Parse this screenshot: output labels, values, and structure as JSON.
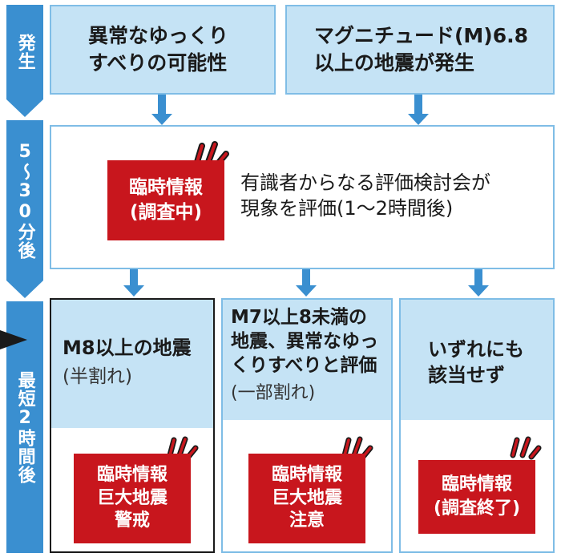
{
  "stages": {
    "occur": "発生",
    "after_5_30": "5〜30分後",
    "after_2h": "最短2時間後"
  },
  "top": {
    "left_line1": "異常なゆっくり",
    "left_line2": "すべりの可能性",
    "right_line1": "マグニチュード(M)6.8",
    "right_line2": "以上の地震が発生"
  },
  "middle": {
    "badge_line1": "臨時情報",
    "badge_line2": "(調査中)",
    "text_line1": "有識者からなる評価検討会が",
    "text_line2": "現象を評価(1〜2時間後)"
  },
  "bottom": {
    "col1": {
      "line1": "M8以上の地震",
      "note": "(半割れ)",
      "badge_line1": "臨時情報",
      "badge_line2": "巨大地震",
      "badge_line3": "警戒"
    },
    "col2": {
      "line1": "M7以上8未満の",
      "line2": "地震、異常なゆっ",
      "line3": "くりすべりと評価",
      "note": "(一部割れ)",
      "badge_line1": "臨時情報",
      "badge_line2": "巨大地震",
      "badge_line3": "注意"
    },
    "col3": {
      "line1": "いずれにも",
      "line2": "該当せず",
      "badge_line1": "臨時情報",
      "badge_line2": "(調査終了)"
    }
  },
  "colors": {
    "rail": "#3a8fd0",
    "box_fill": "#c5e3f5",
    "box_border": "#7fbde6",
    "badge": "#c8161d"
  }
}
